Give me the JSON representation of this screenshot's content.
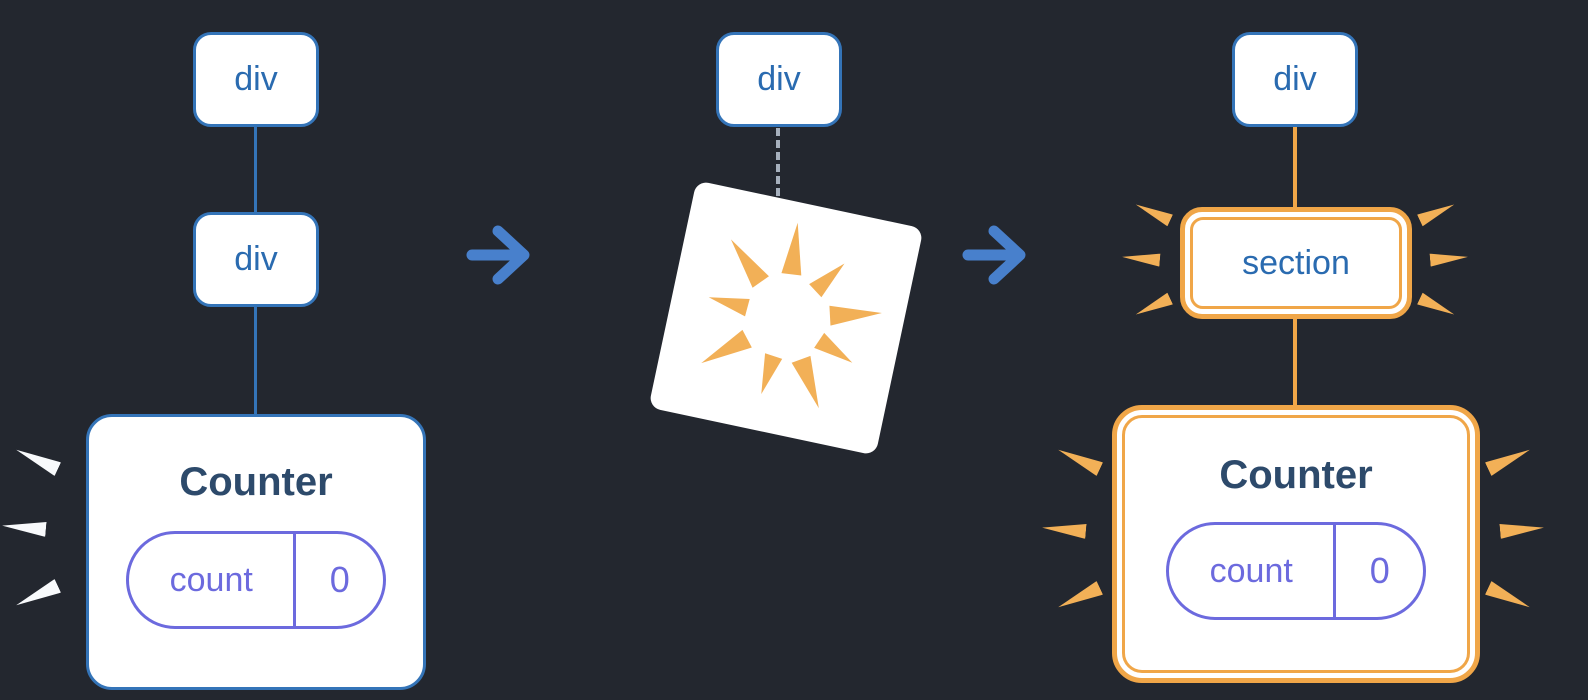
{
  "colors": {
    "background": "#23272f",
    "box_fill": "#ffffff",
    "node_border": "#3474b8",
    "node_text": "#2a6bb0",
    "title_text": "#2d4a6b",
    "pill": "#6c6ade",
    "orange": "#f0a648",
    "orange_spark": "#f2b057",
    "arrow": "#4880cc",
    "dashed": "#a6b0bd",
    "white_spark": "#f8fafc"
  },
  "left_tree": {
    "node_top": "div",
    "node_child": "div",
    "counter": {
      "title": "Counter",
      "state_key": "count",
      "state_value": "0"
    }
  },
  "middle": {
    "node_top": "div"
  },
  "right_tree": {
    "node_top": "div",
    "section_label": "section",
    "counter": {
      "title": "Counter",
      "state_key": "count",
      "state_value": "0"
    }
  },
  "icons": {
    "arrow": "right-arrow-icon",
    "poof": "poof-burst-icon",
    "spark": "spark-icon"
  }
}
